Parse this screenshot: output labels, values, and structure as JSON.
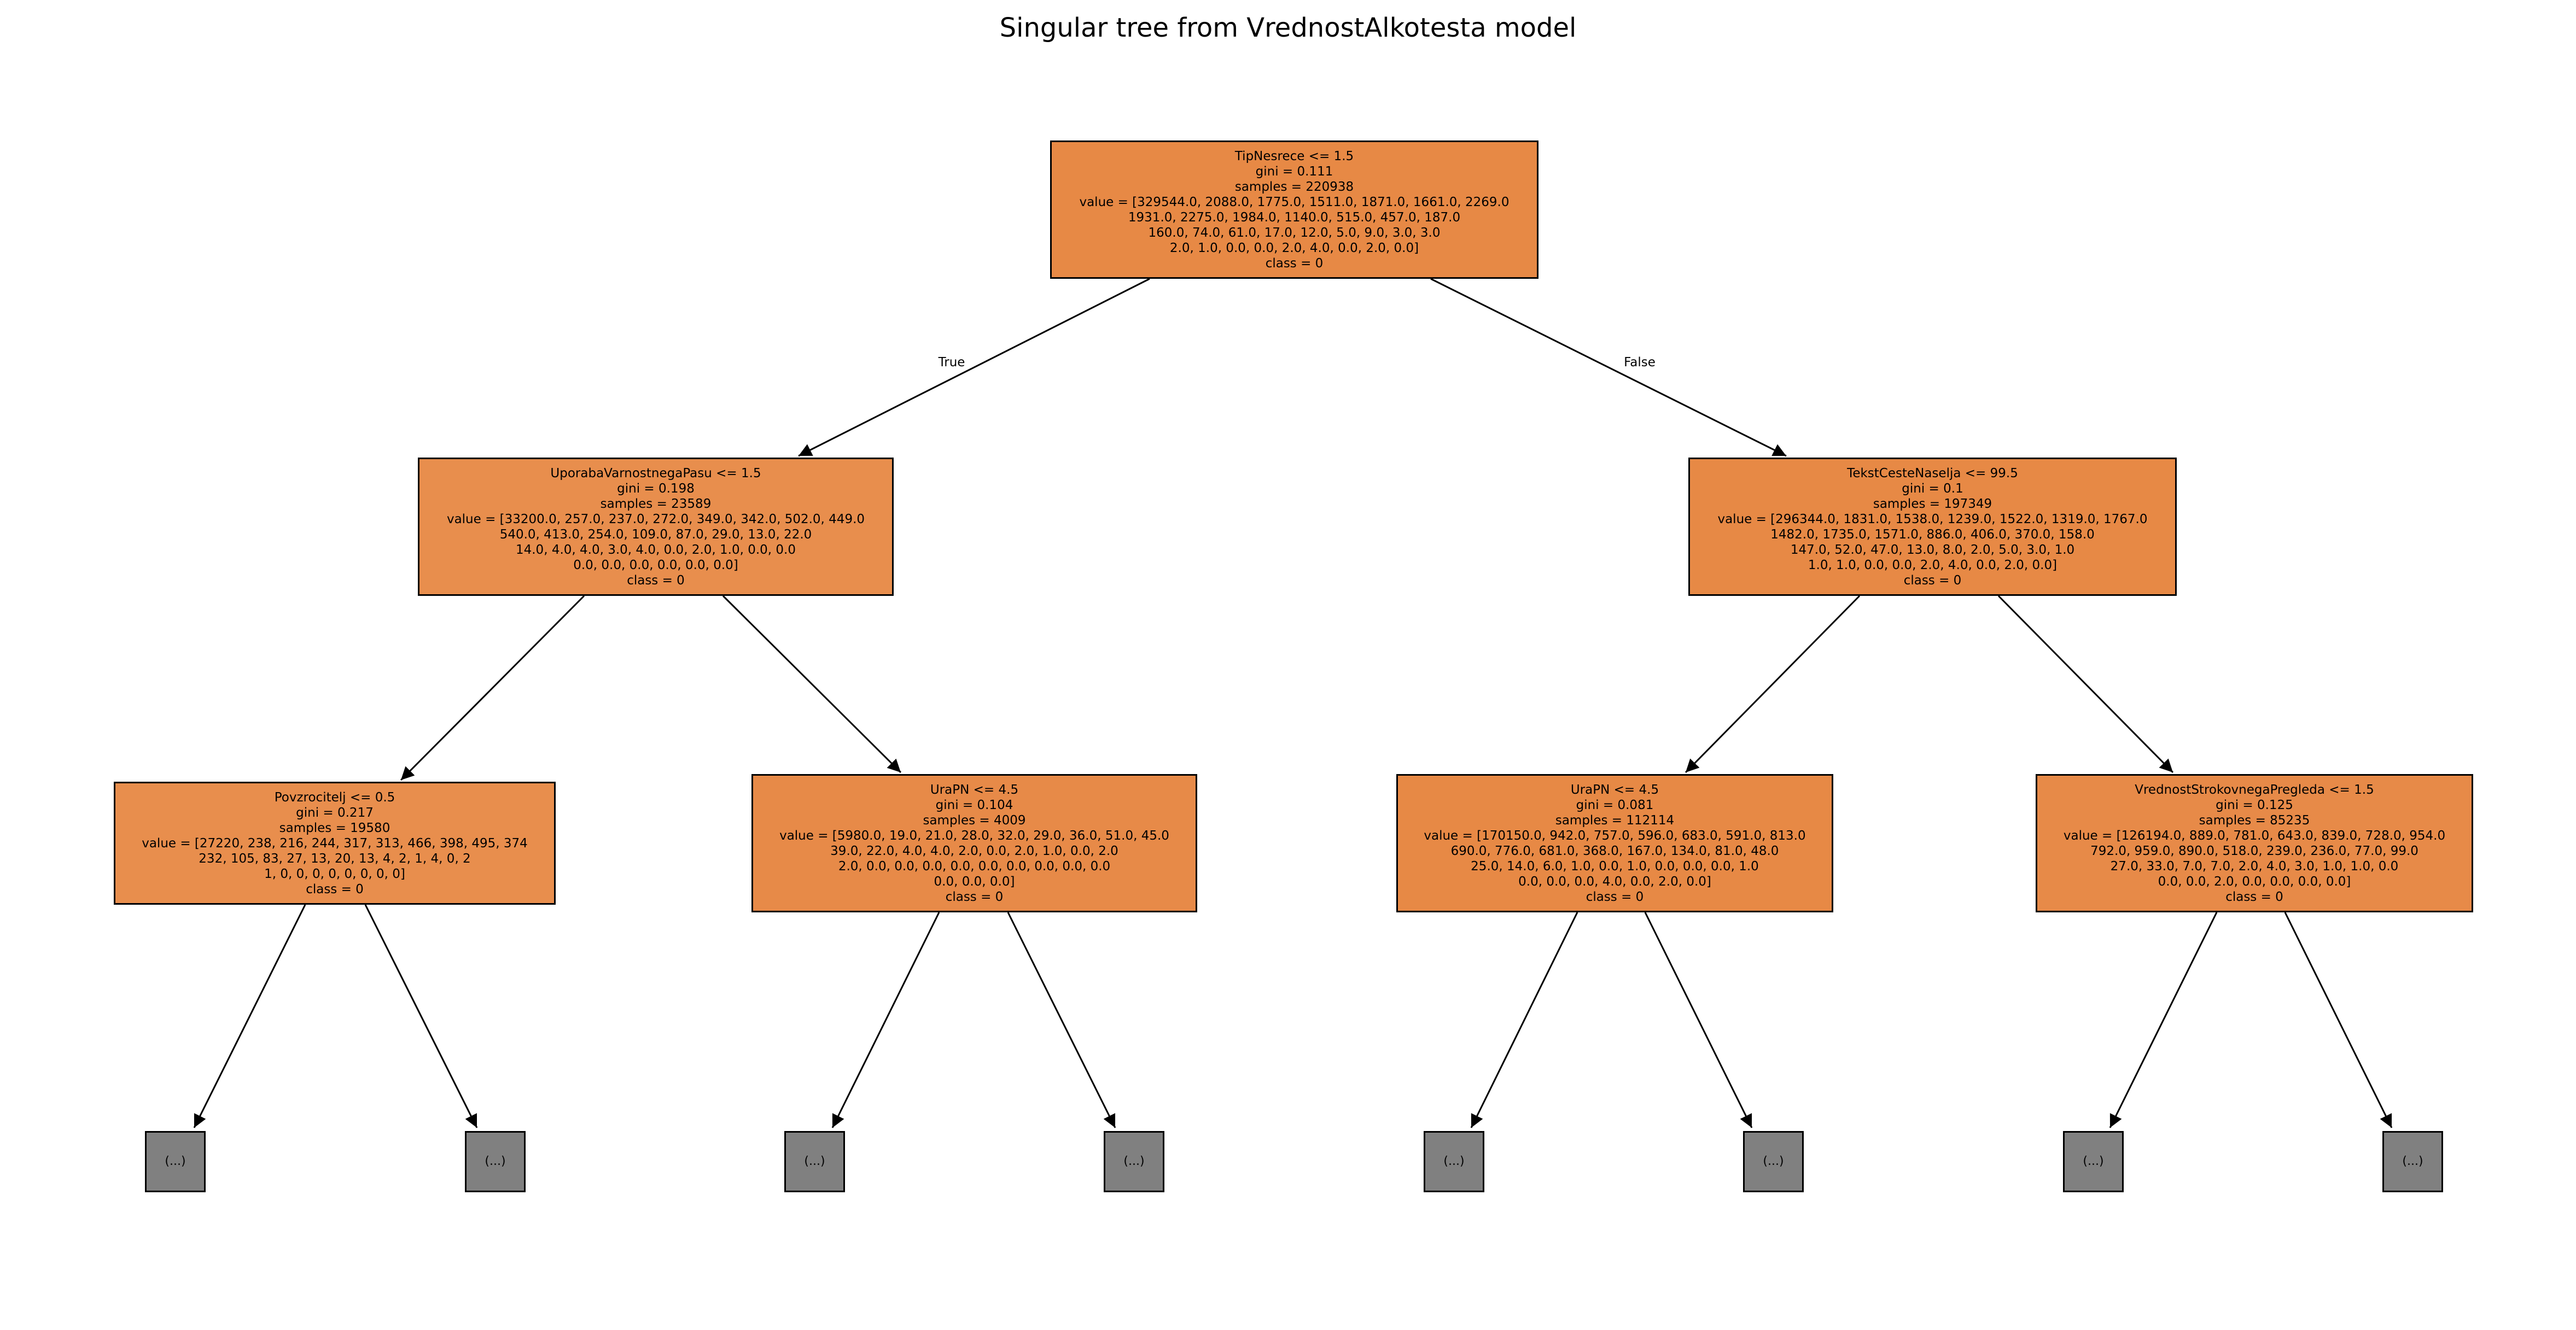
{
  "title": "Singular tree from VrednostAlkotesta model",
  "colors": {
    "node_fill_root": "#E78945",
    "node_fill_light": "#E88E4D",
    "node_fill_mid": "#E78A48",
    "truncated_fill": "#808080",
    "edge": "#000000"
  },
  "edge_labels": {
    "true": "True",
    "false": "False"
  },
  "nodes": {
    "root": {
      "lines": [
        "TipNesrece <= 1.5",
        "gini = 0.111",
        "samples = 220938",
        "value = [329544.0, 2088.0, 1775.0, 1511.0, 1871.0, 1661.0, 2269.0",
        "1931.0, 2275.0, 1984.0, 1140.0, 515.0, 457.0, 187.0",
        "160.0, 74.0, 61.0, 17.0, 12.0, 5.0, 9.0, 3.0, 3.0",
        "2.0, 1.0, 0.0, 0.0, 2.0, 4.0, 0.0, 2.0, 0.0]",
        "class = 0"
      ]
    },
    "left": {
      "lines": [
        "UporabaVarnostnegaPasu <= 1.5",
        "gini = 0.198",
        "samples = 23589",
        "value = [33200.0, 257.0, 237.0, 272.0, 349.0, 342.0, 502.0, 449.0",
        "540.0, 413.0, 254.0, 109.0, 87.0, 29.0, 13.0, 22.0",
        "14.0, 4.0, 4.0, 3.0, 4.0, 0.0, 2.0, 1.0, 0.0, 0.0",
        "0.0, 0.0, 0.0, 0.0, 0.0, 0.0]",
        "class = 0"
      ]
    },
    "right": {
      "lines": [
        "TekstCesteNaselja <= 99.5",
        "gini = 0.1",
        "samples = 197349",
        "value = [296344.0, 1831.0, 1538.0, 1239.0, 1522.0, 1319.0, 1767.0",
        "1482.0, 1735.0, 1571.0, 886.0, 406.0, 370.0, 158.0",
        "147.0, 52.0, 47.0, 13.0, 8.0, 2.0, 5.0, 3.0, 1.0",
        "1.0, 1.0, 0.0, 0.0, 2.0, 4.0, 0.0, 2.0, 0.0]",
        "class = 0"
      ]
    },
    "ll": {
      "lines": [
        "Povzrocitelj <= 0.5",
        "gini = 0.217",
        "samples = 19580",
        "value = [27220, 238, 216, 244, 317, 313, 466, 398, 495, 374",
        "232, 105, 83, 27, 13, 20, 13, 4, 2, 1, 4, 0, 2",
        "1, 0, 0, 0, 0, 0, 0, 0, 0]",
        "class = 0"
      ]
    },
    "lr": {
      "lines": [
        "UraPN <= 4.5",
        "gini = 0.104",
        "samples = 4009",
        "value = [5980.0, 19.0, 21.0, 28.0, 32.0, 29.0, 36.0, 51.0, 45.0",
        "39.0, 22.0, 4.0, 4.0, 2.0, 0.0, 2.0, 1.0, 0.0, 2.0",
        "2.0, 0.0, 0.0, 0.0, 0.0, 0.0, 0.0, 0.0, 0.0, 0.0",
        "0.0, 0.0, 0.0]",
        "class = 0"
      ]
    },
    "rl": {
      "lines": [
        "UraPN <= 4.5",
        "gini = 0.081",
        "samples = 112114",
        "value = [170150.0, 942.0, 757.0, 596.0, 683.0, 591.0, 813.0",
        "690.0, 776.0, 681.0, 368.0, 167.0, 134.0, 81.0, 48.0",
        "25.0, 14.0, 6.0, 1.0, 0.0, 1.0, 0.0, 0.0, 0.0, 1.0",
        "0.0, 0.0, 0.0, 4.0, 0.0, 2.0, 0.0]",
        "class = 0"
      ]
    },
    "rr": {
      "lines": [
        "VrednostStrokovnegaPregleda <= 1.5",
        "gini = 0.125",
        "samples = 85235",
        "value = [126194.0, 889.0, 781.0, 643.0, 839.0, 728.0, 954.0",
        "792.0, 959.0, 890.0, 518.0, 239.0, 236.0, 77.0, 99.0",
        "27.0, 33.0, 7.0, 7.0, 2.0, 4.0, 3.0, 1.0, 1.0, 0.0",
        "0.0, 0.0, 2.0, 0.0, 0.0, 0.0, 0.0]",
        "class = 0"
      ]
    }
  },
  "truncated_label": "(...)"
}
